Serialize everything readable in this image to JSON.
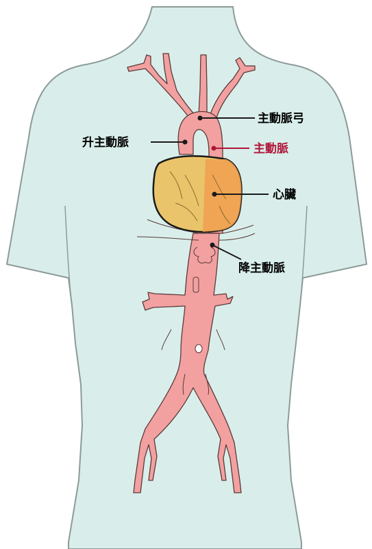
{
  "labels": {
    "arch": "主動脈弓",
    "ascending": "升主動脈",
    "aorta": "主動脈",
    "heart": "心臟",
    "descending": "降主動脈"
  },
  "colors": {
    "body_fill": "#d9eeea",
    "body_stroke": "#8c9a98",
    "vessel_fill": "#f2a0a0",
    "vessel_stroke": "#5a3a3a",
    "heart_fill": "#e9c46a",
    "heart_highlight": "#f0a050",
    "label_black": "#000000",
    "label_red": "#b0153a"
  }
}
